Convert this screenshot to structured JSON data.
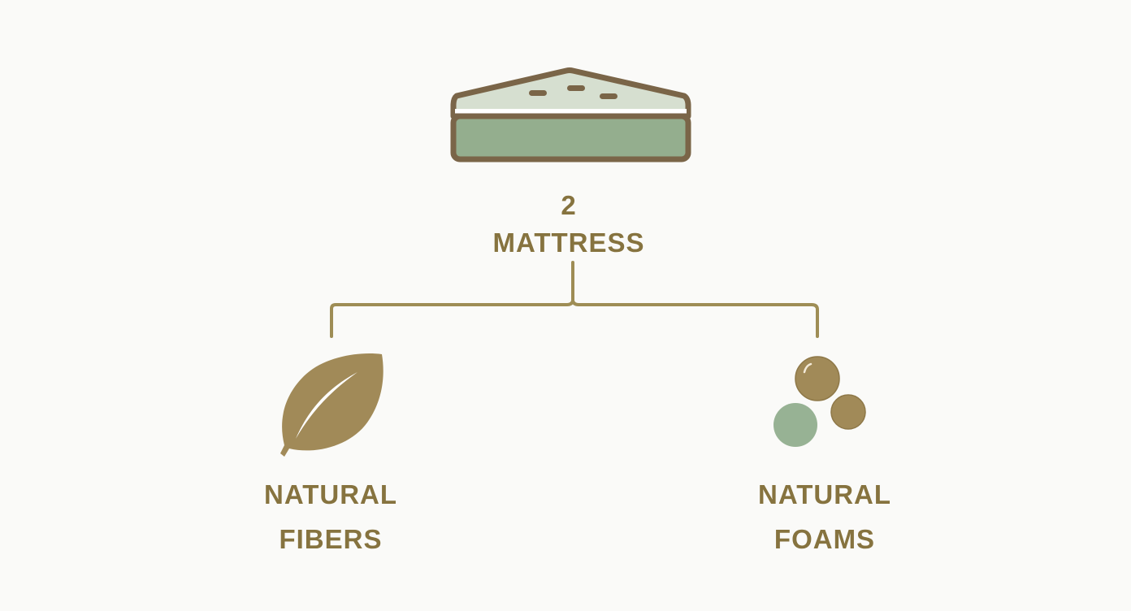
{
  "colors": {
    "background": "#fafaf8",
    "outline": "#7a6548",
    "accent_gold": "#9f8b55",
    "text": "#86733f",
    "green_light": "#d6dfd0",
    "green_mid": "#94ae8e",
    "connector": "#9e8d55"
  },
  "root": {
    "icon": "mattress-icon",
    "number": "2",
    "title": "MATTRESS"
  },
  "children": [
    {
      "icon": "leaf-icon",
      "line1": "NATURAL",
      "line2": "FIBERS"
    },
    {
      "icon": "bubbles-icon",
      "line1": "NATURAL",
      "line2": "FOAMS"
    }
  ]
}
